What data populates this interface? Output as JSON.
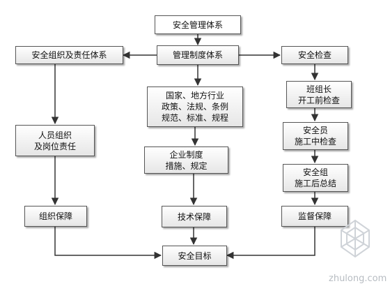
{
  "diagram": {
    "nodes": {
      "root": {
        "lines": [
          "安全管理体系"
        ]
      },
      "org": {
        "lines": [
          "安全组织及责任体系"
        ]
      },
      "system": {
        "lines": [
          "管理制度体系"
        ]
      },
      "inspect": {
        "lines": [
          "安全检查"
        ]
      },
      "laws": {
        "lines": [
          "国家、地方行业",
          "政策、法规、条例",
          "规范、标准、规程"
        ]
      },
      "personnel": {
        "lines": [
          "人员组织",
          "及岗位责任"
        ]
      },
      "enterprise": {
        "lines": [
          "企业制度",
          "措施、规定"
        ]
      },
      "team_leader": {
        "lines": [
          "班组长",
          "开工前检查"
        ]
      },
      "safety_officer": {
        "lines": [
          "安全员",
          "施工中检查"
        ]
      },
      "safety_team": {
        "lines": [
          "安全组",
          "施工后总结"
        ]
      },
      "org_guarantee": {
        "lines": [
          "组织保障"
        ]
      },
      "tech_guarantee": {
        "lines": [
          "技术保障"
        ]
      },
      "supervision": {
        "lines": [
          "监督保障"
        ]
      },
      "goal": {
        "lines": [
          "安全目标"
        ]
      }
    },
    "edges": [
      [
        "root",
        "system"
      ],
      [
        "system",
        "org"
      ],
      [
        "system",
        "inspect"
      ],
      [
        "system",
        "laws"
      ],
      [
        "laws",
        "enterprise"
      ],
      [
        "enterprise",
        "tech_guarantee"
      ],
      [
        "org",
        "personnel"
      ],
      [
        "personnel",
        "org_guarantee"
      ],
      [
        "inspect",
        "team_leader"
      ],
      [
        "team_leader",
        "safety_officer"
      ],
      [
        "safety_officer",
        "safety_team"
      ],
      [
        "safety_team",
        "supervision"
      ],
      [
        "tech_guarantee",
        "goal"
      ],
      [
        "org_guarantee",
        "goal"
      ],
      [
        "supervision",
        "goal"
      ]
    ]
  },
  "watermark": {
    "text": "zhulong.com",
    "icon": "zhulong-logo-icon",
    "color": "#b7bcc2"
  }
}
